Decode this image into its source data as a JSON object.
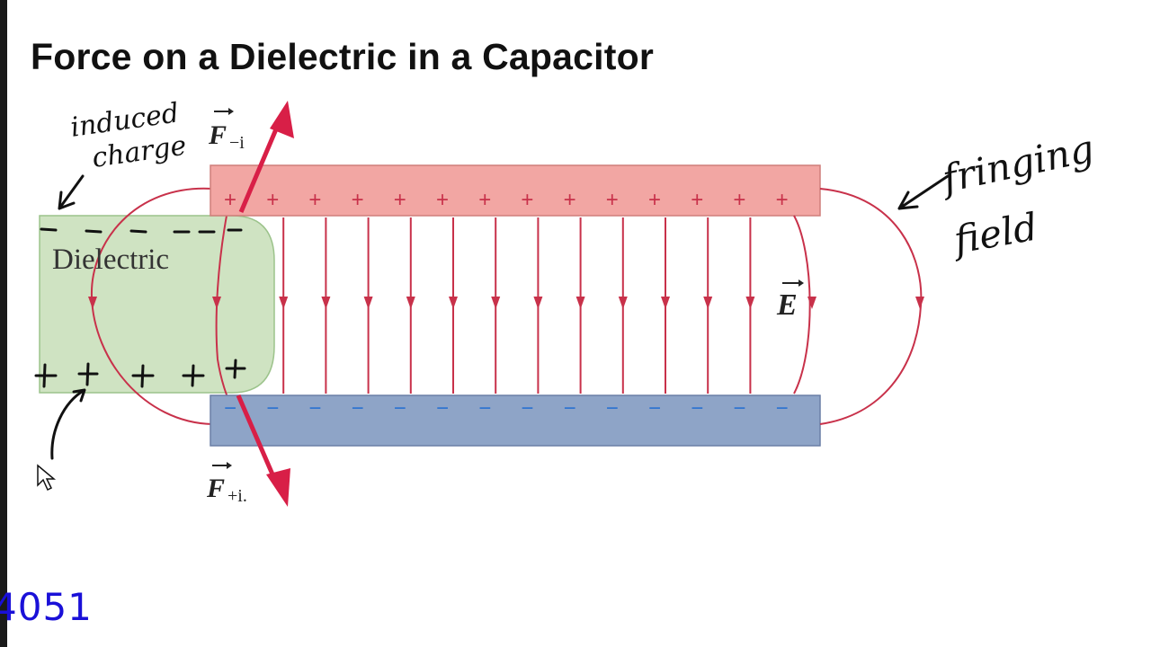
{
  "slide": {
    "title": "Force on a Dielectric in a Capacitor",
    "badge": "4051"
  },
  "diagram": {
    "dielectric_label": "Dielectric",
    "field_label": "E",
    "force_top_label": "F",
    "force_top_sub": "−i",
    "force_bottom_label": "F",
    "force_bottom_sub": "+i.",
    "top_plate_charge": "+",
    "bottom_plate_charge": "−",
    "annotations": {
      "induced_line1": "induced",
      "induced_line2": "charge",
      "fringing_line1": "fringing",
      "fringing_line2": "field"
    },
    "colors": {
      "top_plate": "#f2a6a3",
      "bottom_plate": "#8ea4c7",
      "dielectric": "#cfe3c2",
      "field_lines": "#c8314a",
      "force_arrow": "#d81f47",
      "ink": "#111111",
      "badge": "#1a10d8"
    }
  }
}
